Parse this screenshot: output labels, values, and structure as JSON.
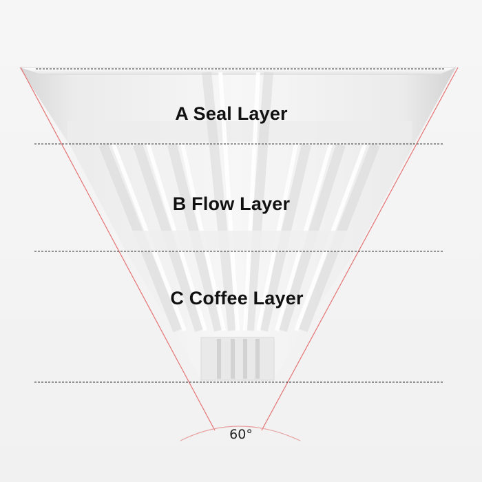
{
  "layers": [
    {
      "id": "A",
      "label": "A Seal Layer"
    },
    {
      "id": "B",
      "label": "B Flow Layer"
    },
    {
      "id": "C",
      "label": "C Coffee Layer"
    }
  ],
  "angle": {
    "label": "60°"
  },
  "colors": {
    "background": "#f4f4f4",
    "guide_line": "#e57373",
    "divider": "#333333",
    "text": "#111111"
  }
}
